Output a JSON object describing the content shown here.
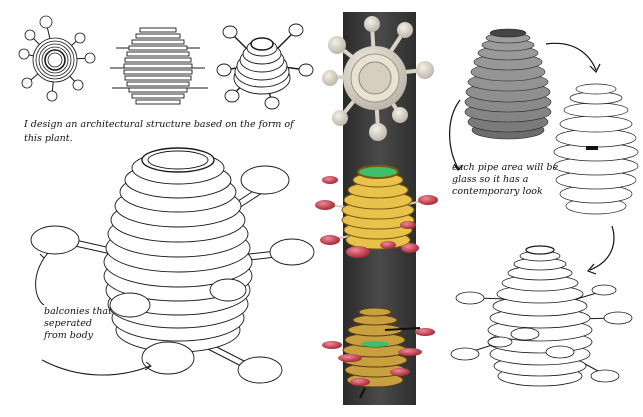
{
  "notes": {
    "caption": "I design an architectural structure based on the form of this plant.",
    "balconies": "balconies that seperated from body",
    "glass": "each pipe area will be glass so it has a contemporary look"
  },
  "colors": {
    "ink": "#1a1a1a",
    "dark_panel": "#3a3a3a",
    "accent_yellow": "#e8c24a",
    "accent_red": "#c8384a",
    "accent_green": "#3fbf6a",
    "render_grey": "#7a7a7a"
  }
}
